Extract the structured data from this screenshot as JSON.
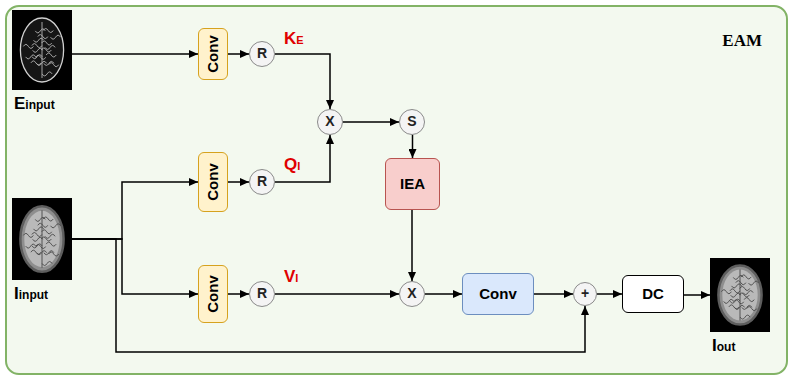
{
  "diagram": {
    "nodes": [
      {
        "text": [
          "EAM"
        ]
      },
      {
        "text": [
          "Einput"
        ],
        "in": 0
      },
      {
        "text": [
          "Conv"
        ],
        "in": 0
      },
      {
        "text": [
          "R"
        ],
        "in": 0
      },
      {
        "text": [
          "X"
        ],
        "in": 0
      },
      {
        "text": [
          "S"
        ],
        "in": 0
      },
      {
        "text": [
          "Conv"
        ],
        "in": 0
      },
      {
        "text": [
          "R"
        ],
        "in": 0
      },
      {
        "text": [
          "IEA"
        ],
        "in": 0
      },
      {
        "text": [
          "Iinput"
        ],
        "in": 0
      },
      {
        "text": [
          "Conv"
        ],
        "in": 0
      },
      {
        "text": [
          "R"
        ],
        "in": 0
      },
      {
        "text": [
          "X"
        ],
        "in": 0
      },
      {
        "text": [
          "Conv"
        ],
        "in": 0
      },
      {
        "text": [
          "+"
        ],
        "in": 0
      },
      {
        "text": [
          "DC"
        ],
        "in": 0
      },
      {
        "text": [
          "Iout"
        ],
        "in": 0
      }
    ],
    "edges": [
      {
        "from": 1,
        "to": 2,
        "arrow": "to"
      },
      {
        "from": 2,
        "to": 3,
        "arrow": "to"
      },
      {
        "from": 3,
        "to": 4,
        "arrow": "to"
      },
      {
        "from": 6,
        "to": 7,
        "arrow": "to"
      },
      {
        "from": 7,
        "to": 4,
        "arrow": "to"
      },
      {
        "from": 4,
        "to": 5,
        "arrow": "to"
      },
      {
        "from": 5,
        "to": 8,
        "arrow": "to"
      },
      {
        "from": 9,
        "to": 6,
        "arrow": "to"
      },
      {
        "from": 9,
        "to": 10,
        "arrow": "to"
      },
      {
        "from": 10,
        "to": 11,
        "arrow": "to"
      },
      {
        "from": 11,
        "to": 12,
        "arrow": "to"
      },
      {
        "from": 8,
        "to": 12,
        "arrow": "to"
      },
      {
        "from": 12,
        "to": 13,
        "arrow": "to"
      },
      {
        "from": 13,
        "to": 14,
        "arrow": "to"
      },
      {
        "from": 9,
        "to": 14,
        "arrow": "to"
      },
      {
        "from": 14,
        "to": 15,
        "arrow": "to"
      },
      {
        "from": 15,
        "to": 16,
        "arrow": "to"
      }
    ],
    "labels": [
      "KE",
      "QI",
      "VI"
    ]
  }
}
